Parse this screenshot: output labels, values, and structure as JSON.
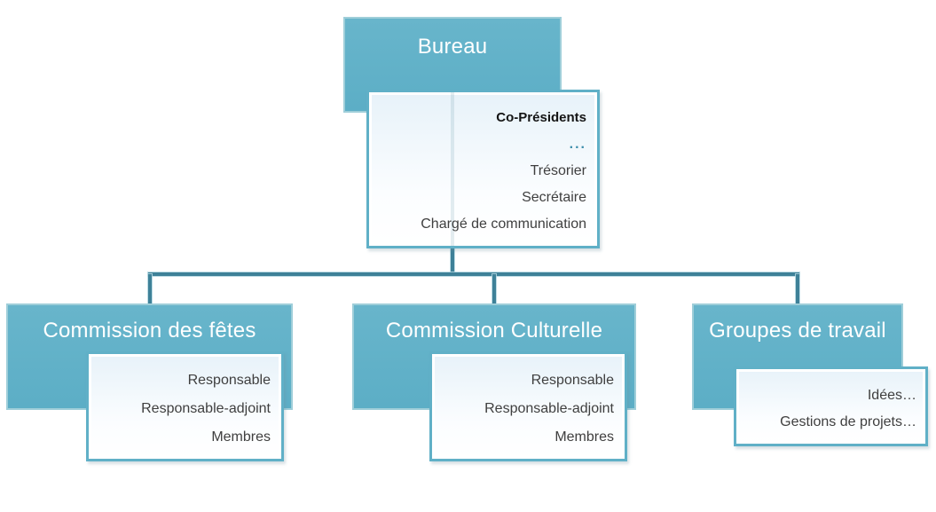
{
  "chart_type": "org-chart",
  "colors": {
    "teal_fill": "#5caec6",
    "teal_fill_light": "#68b5cb",
    "box_border": "#9fced9",
    "subpanel_border": "#60b0c7",
    "subpanel_top": "#e7f2f9",
    "connector": "#3e8198",
    "accent_dots": "#3e8fac",
    "text_dark": "#3f3f3f",
    "title_text": "#ffffff"
  },
  "nodes": {
    "bureau": {
      "title": "Bureau",
      "roles": [
        "Co-Présidents",
        "...",
        "Trésorier",
        "Secrétaire",
        "Chargé de communication"
      ]
    },
    "fetes": {
      "title": "Commission des fêtes",
      "roles": [
        "Responsable",
        "Responsable-adjoint",
        "Membres"
      ]
    },
    "culturelle": {
      "title": "Commission Culturelle",
      "roles": [
        "Responsable",
        "Responsable-adjoint",
        "Membres"
      ]
    },
    "travail": {
      "title": "Groupes de travail",
      "roles": [
        "Idées…",
        "Gestions de projets…"
      ]
    }
  }
}
